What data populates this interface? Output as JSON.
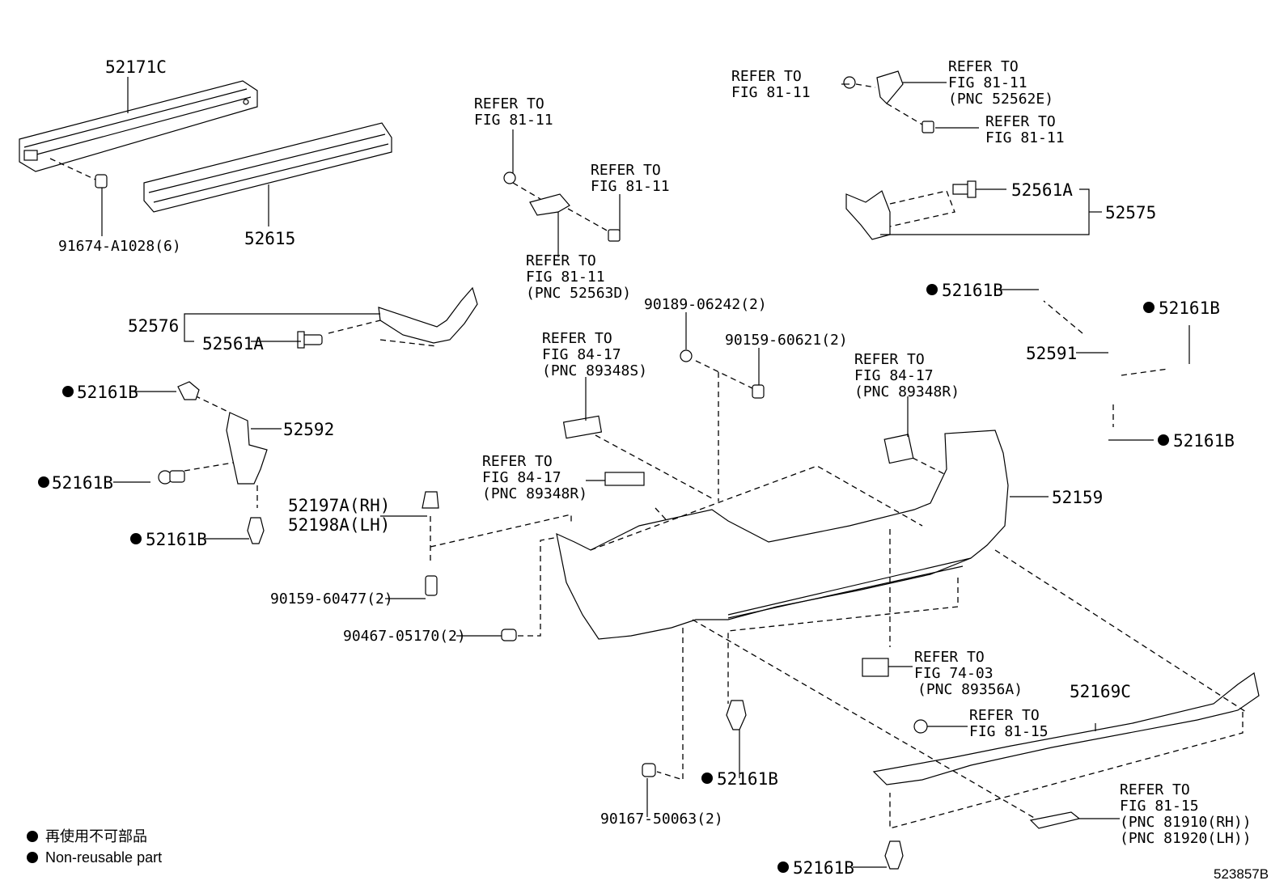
{
  "labels": {
    "p52171c": "52171C",
    "p91674": "91674-A1028(6)",
    "p52615": "52615",
    "p52576": "52576",
    "p52561a_left": "52561A",
    "p52161b_l1": "52161B",
    "p52592": "52592",
    "p52161b_l2": "52161B",
    "p52161b_l3": "52161B",
    "p52197a": "52197A(RH)",
    "p52198a": "52198A(LH)",
    "p90159_60477": "90159-60477(2)",
    "p90467": "90467-05170(2)",
    "p90189": "90189-06242(2)",
    "p90159_60621": "90159-60621(2)",
    "p52561a_right": "52561A",
    "p52575": "52575",
    "p52161b_r1": "52161B",
    "p52161b_r2": "52161B",
    "p52591": "52591",
    "p52161b_r3": "52161B",
    "p52159": "52159",
    "p52169c": "52169C",
    "p52161b_c1": "52161B",
    "p90167": "90167-50063(2)",
    "p52161b_c2": "52161B"
  },
  "refs": {
    "r1": [
      "REFER TO",
      "FIG 81-11"
    ],
    "r2": [
      "REFER TO",
      "FIG 81-11"
    ],
    "r3": [
      "REFER TO",
      "FIG 81-11",
      "(PNC 52563D)"
    ],
    "r4": [
      "REFER TO",
      "FIG 81-11"
    ],
    "r5": [
      "REFER TO",
      "FIG 81-11",
      "(PNC 52562E)"
    ],
    "r6": [
      "REFER TO",
      "FIG 81-11"
    ],
    "r7": [
      "REFER TO",
      "FIG 84-17",
      "(PNC 89348S)"
    ],
    "r8": [
      "REFER TO",
      "FIG 84-17",
      "(PNC 89348R)"
    ],
    "r9": [
      "REFER TO",
      "FIG 84-17",
      "(PNC 89348R)"
    ],
    "r10": [
      "REFER TO",
      "FIG 74-03",
      "(PNC 89356A)"
    ],
    "r11": [
      "REFER TO",
      "FIG 81-15"
    ],
    "r12": [
      "REFER TO",
      "FIG 81-15",
      "(PNC 81910(RH))",
      "(PNC 81920(LH))"
    ]
  },
  "legend": {
    "line1": "再使用不可部品",
    "line2": "Non-reusable part"
  },
  "figure_id": "523857B"
}
